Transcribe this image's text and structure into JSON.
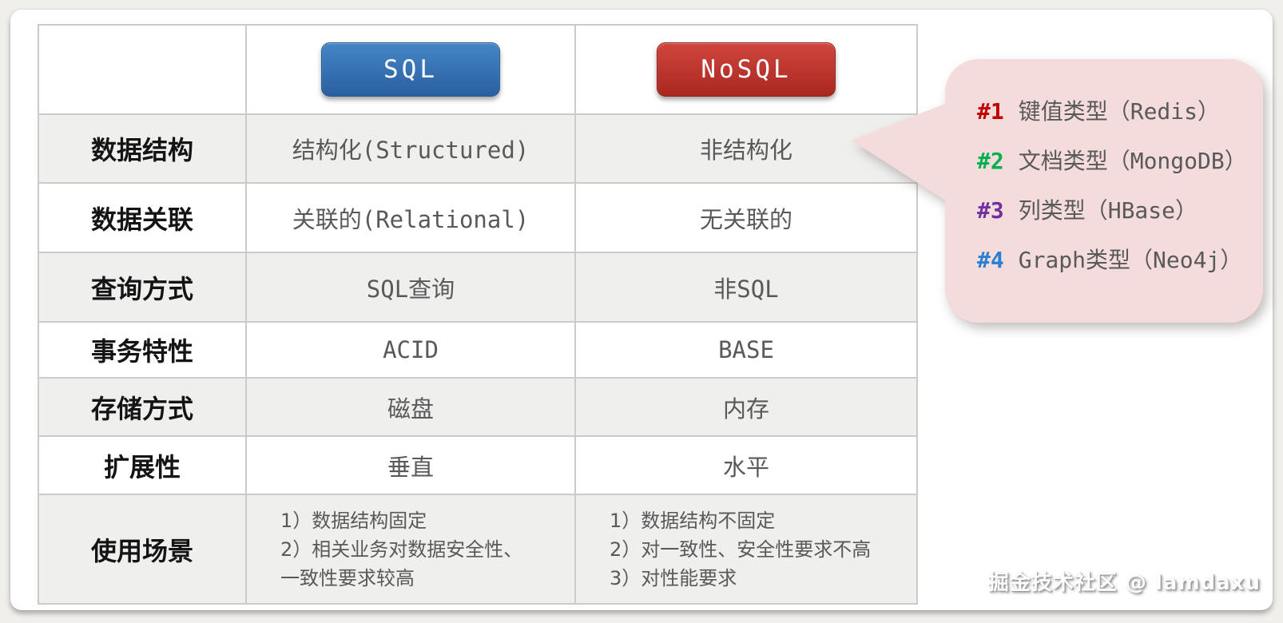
{
  "table": {
    "header": {
      "sql_label": "SQL",
      "nosql_label": "NoSQL"
    },
    "rows": [
      {
        "label": "数据结构",
        "sql": "结构化(Structured)",
        "nosql": "非结构化"
      },
      {
        "label": "数据关联",
        "sql": "关联的(Relational)",
        "nosql": "无关联的"
      },
      {
        "label": "查询方式",
        "sql": "SQL查询",
        "nosql": "非SQL"
      },
      {
        "label": "事务特性",
        "sql": "ACID",
        "nosql": "BASE"
      },
      {
        "label": "存储方式",
        "sql": "磁盘",
        "nosql": "内存"
      },
      {
        "label": "扩展性",
        "sql": "垂直",
        "nosql": "水平"
      },
      {
        "label": "使用场景",
        "sql": "1）数据结构固定\n2）相关业务对数据安全性、\n一致性要求较高",
        "nosql": "1）数据结构不固定\n2）对一致性、安全性要求不高\n3）对性能要求"
      }
    ]
  },
  "callout": {
    "items": [
      {
        "num": "#1",
        "color": "#c00000",
        "text": "键值类型（Redis）"
      },
      {
        "num": "#2",
        "color": "#00b050",
        "text": "文档类型（MongoDB）"
      },
      {
        "num": "#3",
        "color": "#7030a0",
        "text": "列类型（HBase）"
      },
      {
        "num": "#4",
        "color": "#2a7fd4",
        "text": "Graph类型（Neo4j）"
      }
    ]
  },
  "watermark": "掘金技术社区 @ lamdaxu",
  "colors": {
    "sql_button": "#2e75b6",
    "nosql_button": "#b02a22",
    "bubble": "#f5dcdc",
    "row_alt": "#efefee",
    "border": "#cccbc9",
    "value_text": "#595959"
  }
}
